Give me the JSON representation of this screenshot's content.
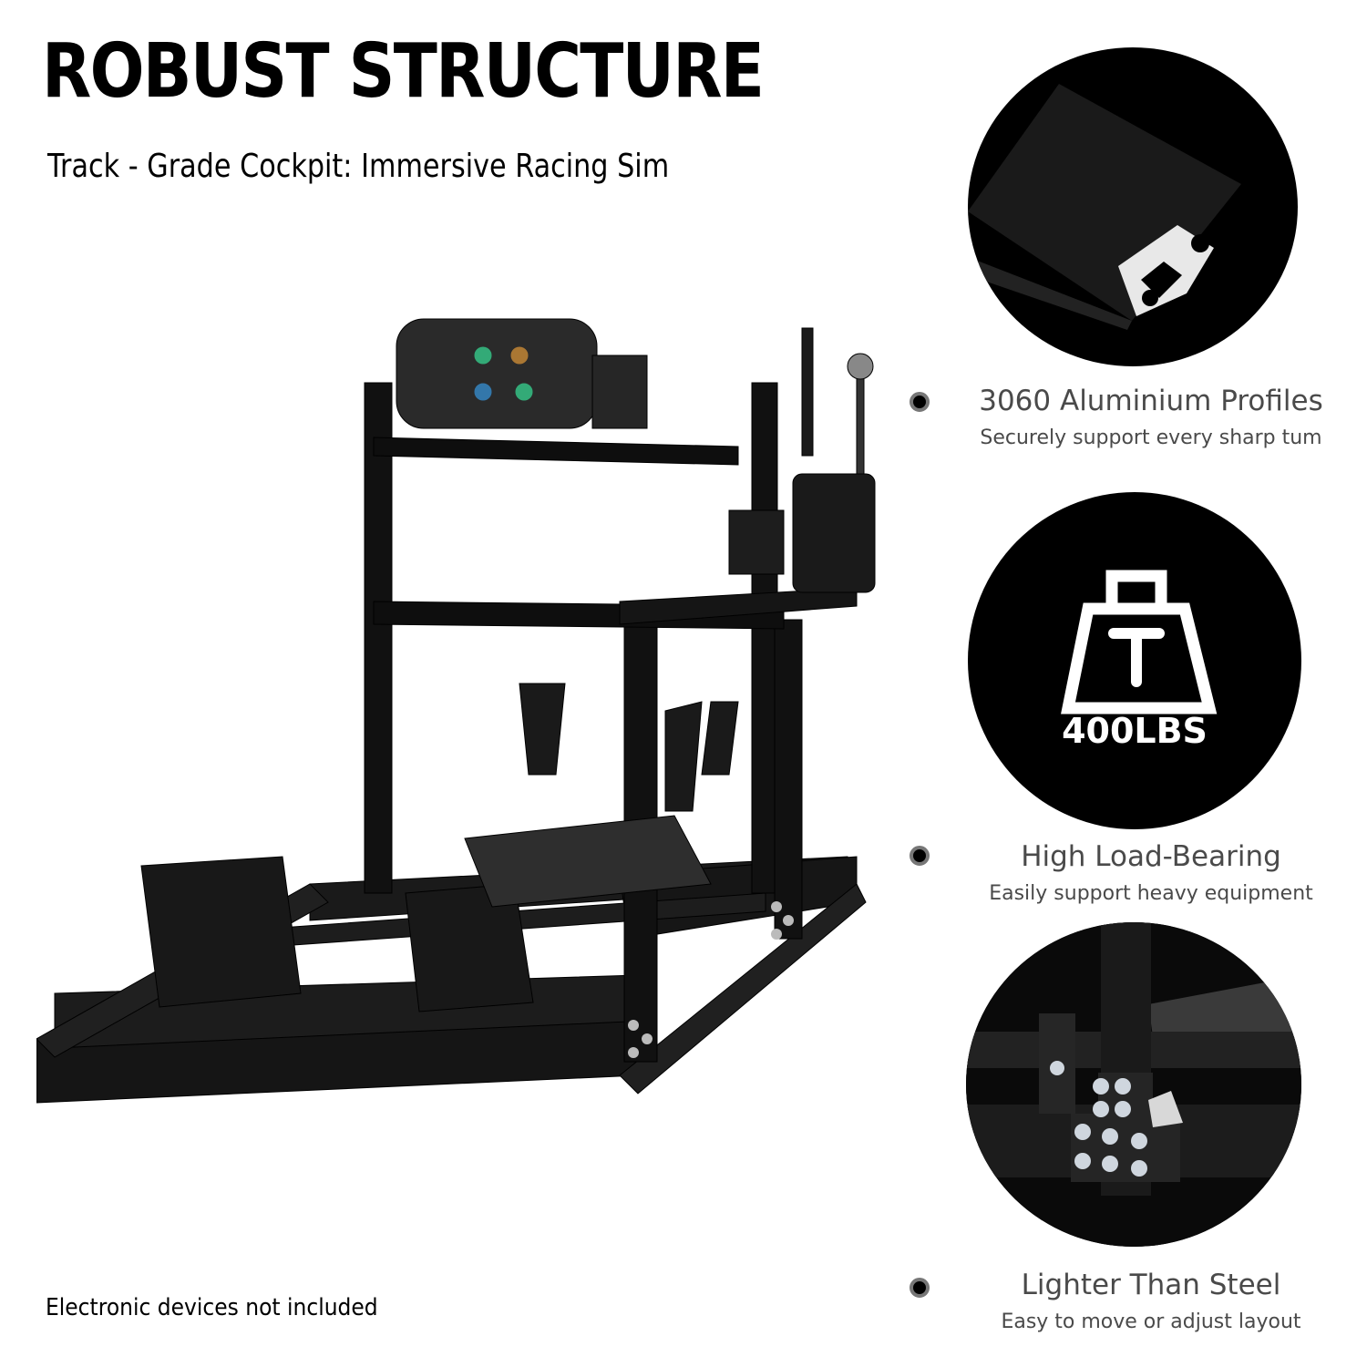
{
  "header": {
    "title": "ROBUST STRUCTURE",
    "subtitle": "Track - Grade Cockpit: Immersive Racing Sim"
  },
  "footnote": "Electronic devices not included",
  "badges": {
    "load_capacity": "400LBS",
    "load_icon": "weight-icon"
  },
  "features": [
    {
      "title": "3060 Aluminium Profiles",
      "subtitle": "Securely support every sharp tum",
      "icon": "bullet-dot-icon"
    },
    {
      "title": "High Load-Bearing",
      "subtitle": "Easily support heavy equipment",
      "icon": "bullet-dot-icon"
    },
    {
      "title": "Lighter Than Steel",
      "subtitle": "Easy to move or adjust layout",
      "icon": "bullet-dot-icon"
    }
  ],
  "images": {
    "main": "racing-sim-cockpit-product",
    "profile_closeup": "aluminium-profile-closeup",
    "joint_closeup": "bracket-joint-closeup"
  },
  "colors": {
    "text_primary": "#000000",
    "text_feature": "#4a4a4a",
    "circle_bg": "#000000",
    "background": "#ffffff"
  }
}
